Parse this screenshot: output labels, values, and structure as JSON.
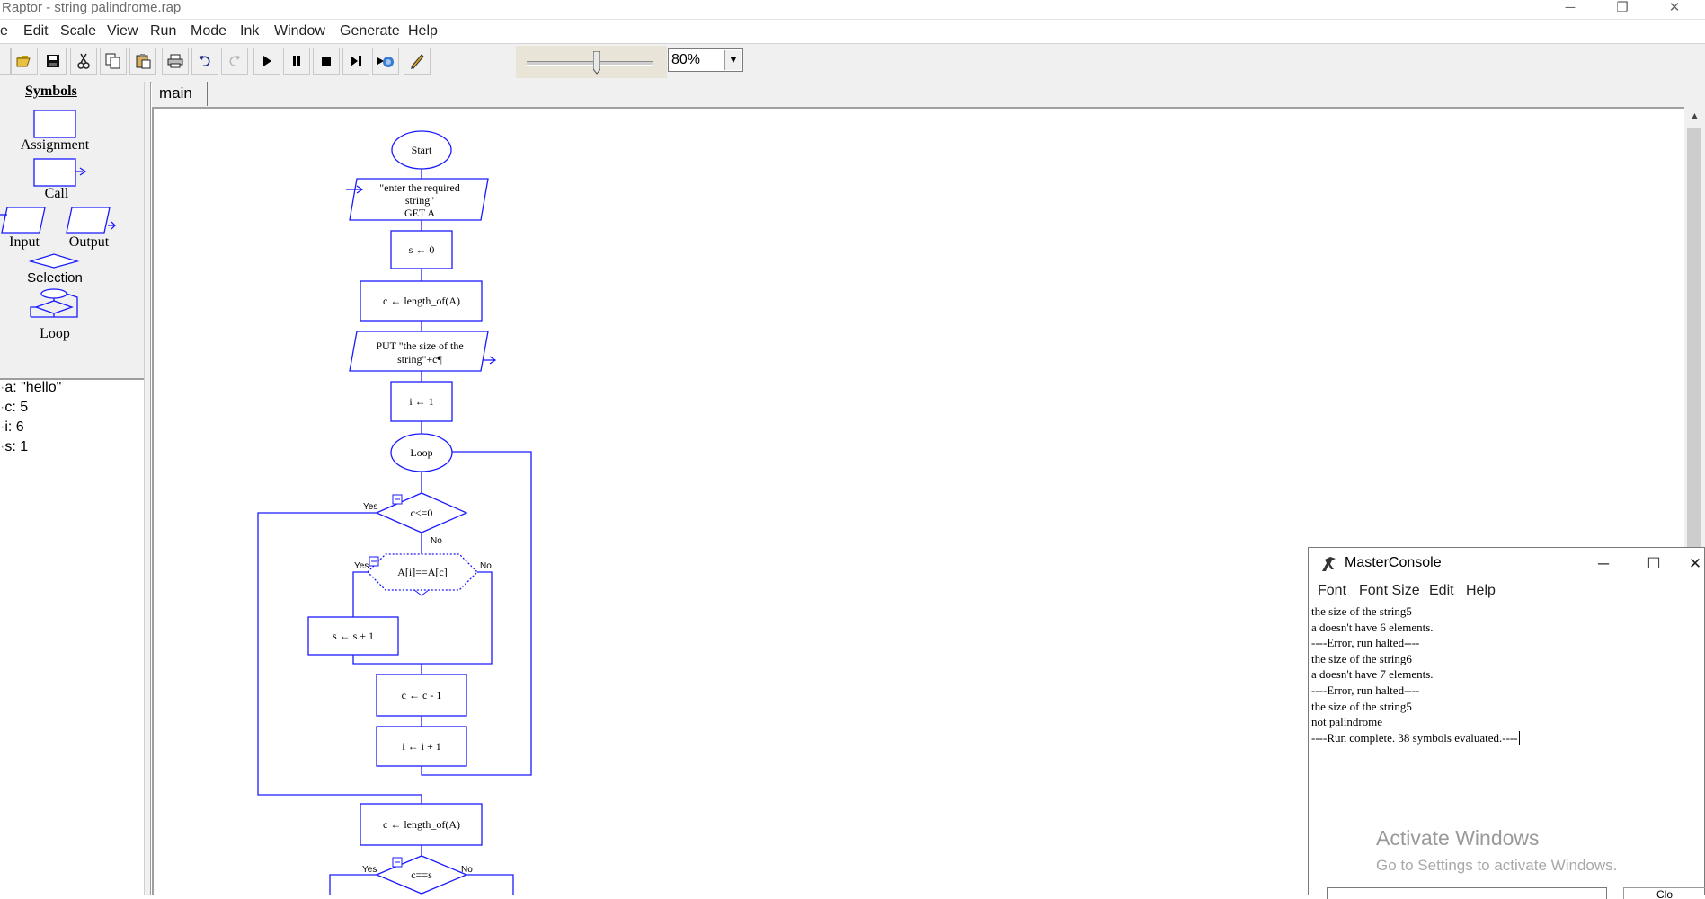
{
  "window": {
    "title": "Raptor - string palindrome.rap",
    "controls": {
      "minimize": "─",
      "restore": "❐",
      "close": "✕"
    }
  },
  "menu": [
    "e",
    "Edit",
    "Scale",
    "View",
    "Run",
    "Mode",
    "Ink",
    "Window",
    "Generate",
    "Help"
  ],
  "toolbar": {
    "buttons": [
      "new-partial",
      "open-icon",
      "save-icon",
      "cut-icon",
      "copy-icon",
      "paste-icon",
      "print-icon",
      "undo-icon",
      "redo-icon",
      "play-icon",
      "pause-icon",
      "stop-icon",
      "step-icon",
      "test-icon",
      "pen-icon"
    ],
    "speed_slider": 0.52,
    "zoom": "80%"
  },
  "symbols_panel": {
    "title": "Symbols",
    "items": [
      "Assignment",
      "Call",
      "Input",
      "Output",
      "Selection",
      "Loop"
    ]
  },
  "variables": [
    "a: \"hello\"",
    "c: 5",
    "i: 6",
    "s: 1"
  ],
  "tabs": [
    "main"
  ],
  "flowchart": {
    "start": "Start",
    "input_prompt_1": "\"enter the required",
    "input_prompt_2": "string\"",
    "input_get": "GET A",
    "assign_s0": "s ← 0",
    "assign_c_len": "c ← length_of(A)",
    "output_1": "PUT \"the size of the",
    "output_2": "string\"+c¶",
    "assign_i1": "i ← 1",
    "loop": "Loop",
    "cond_loop": "c<=0",
    "cond_compare": "A[i]==A[c]",
    "assign_s_inc": "s ← s + 1",
    "assign_c_dec": "c ← c - 1",
    "assign_i_inc": "i ← i + 1",
    "assign_c_len2": "c ← length_of(A)",
    "cond_final": "c==s",
    "yes": "Yes",
    "no": "No"
  },
  "console": {
    "title": "MasterConsole",
    "menu": [
      "Font",
      "Font Size",
      "Edit",
      "Help"
    ],
    "lines": [
      "the size of the string5",
      "a doesn't have 6 elements.",
      "----Error, run halted----",
      "the size of the string6",
      "a doesn't have 7 elements.",
      "----Error, run halted----",
      "the size of the string5",
      "not palindrome",
      "----Run complete.  38 symbols evaluated.----"
    ],
    "watermark_title": "Activate Windows",
    "watermark_sub": "Go to Settings to activate Windows.",
    "close_button": "Clo"
  }
}
